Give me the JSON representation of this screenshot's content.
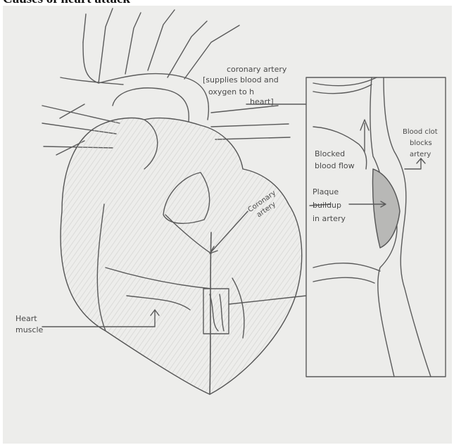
{
  "title": "Causes of heart attack",
  "labels": {
    "coronary_artery_top": [
      "coronary artery",
      "[supplies blood and",
      "oxygen to h",
      "heart]"
    ],
    "coronary_artery_mid": [
      "Coronary",
      "artery"
    ],
    "heart_muscle": [
      "Heart",
      "muscle"
    ],
    "blocked_blood_flow": [
      "Blocked",
      "blood flow"
    ],
    "plaque": [
      "Plaque",
      "buildup",
      "in artery"
    ],
    "blood_clot": [
      "Blood clot",
      "blocks",
      "artery"
    ]
  }
}
